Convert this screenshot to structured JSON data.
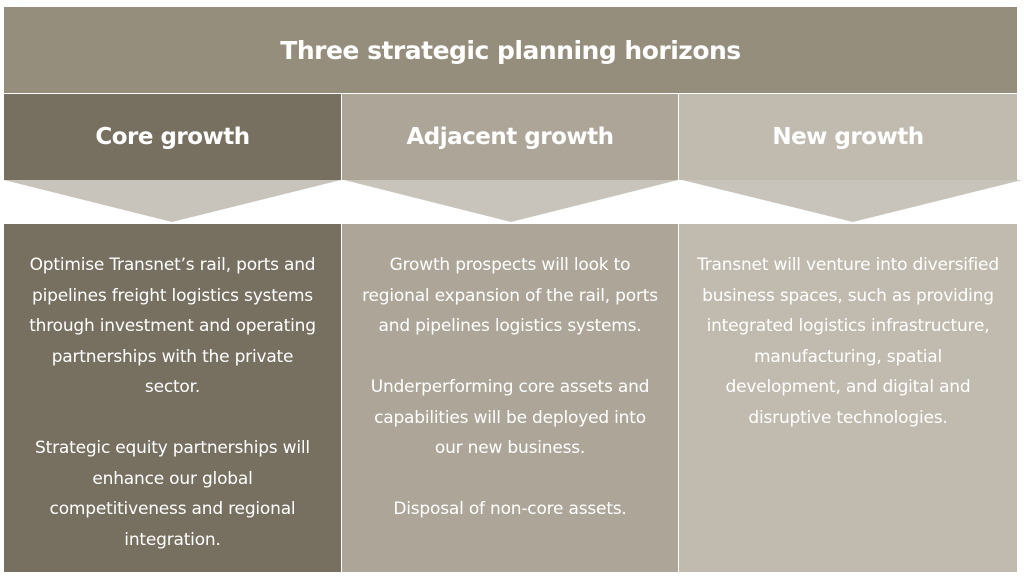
{
  "title": "Three strategic planning horizons",
  "columns": [
    {
      "header": "Core growth",
      "paragraphs": [
        "Optimise Transnet’s rail, ports and pipelines freight logistics systems through investment and operating partnerships with the private sector.",
        "Strategic equity partnerships will enhance our global competitiveness and regional integration."
      ]
    },
    {
      "header": "Adjacent growth",
      "paragraphs": [
        "Growth prospects will look to regional expansion of the rail, ports and pipelines logistics systems.",
        "Underperforming core assets and capabilities will be deployed into our new business.",
        "Disposal of non-core assets."
      ]
    },
    {
      "header": "New growth",
      "paragraphs": [
        "Transnet will venture into diversified business spaces, such as providing integrated logistics infrastructure, manufacturing, spatial development, and digital and disruptive technologies."
      ]
    }
  ],
  "colors": {
    "title": "#958e7c",
    "core": "#776f60",
    "adjacent": "#ada698",
    "new": "#c1bbaf",
    "arrow": "#c8c4bc"
  }
}
